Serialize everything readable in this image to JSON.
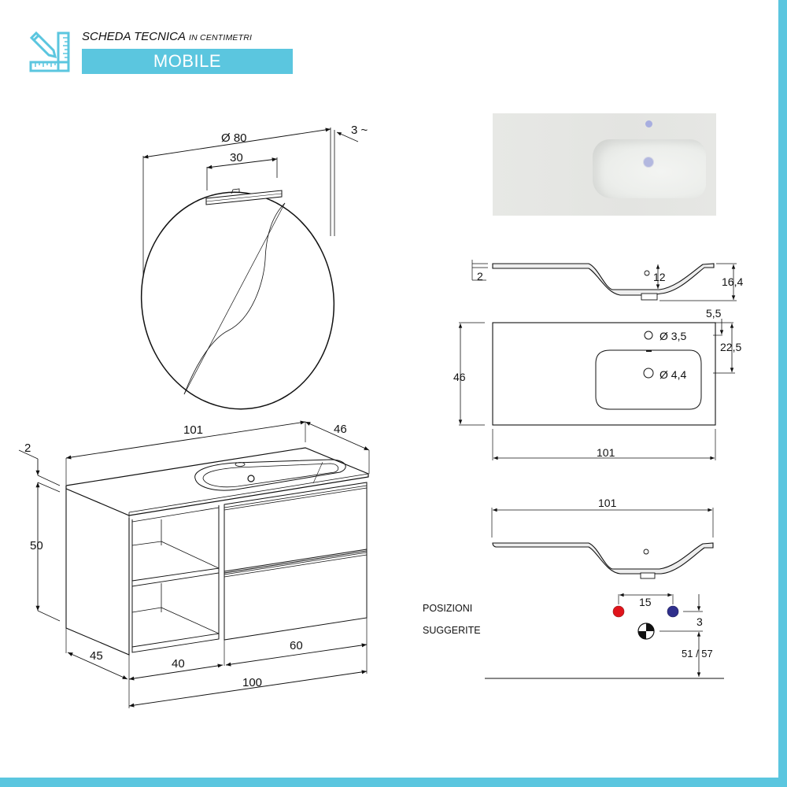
{
  "header": {
    "title": "SCHEDA TECNICA",
    "unit_note": "IN CENTIMETRI",
    "band_label": "MOBILE",
    "icon": "ruler-pencil-icon",
    "accent_color": "#5bc6df"
  },
  "mirror": {
    "diameter_label": "Ø 80",
    "lamp_width_label": "30",
    "depth_label": "3 ~"
  },
  "cabinet": {
    "top_width_label": "101",
    "top_depth_label": "46",
    "top_thickness_label": "2",
    "height_label": "50",
    "side_depth_label": "45",
    "open_section_width_label": "40",
    "drawer_section_width_label": "60",
    "base_width_label": "100"
  },
  "basin_section": {
    "thickness_label": "2",
    "bowl_depth_label": "12",
    "total_height_label": "16,4"
  },
  "basin_plan": {
    "depth_label": "46",
    "width_label": "101",
    "tap_hole_label": "Ø 3,5",
    "drain_label": "Ø 4,4",
    "tap_offset_label": "5,5",
    "drain_offset_label": "22,5"
  },
  "basin_front": {
    "width_label": "101"
  },
  "suggested_positions": {
    "label_line1": "POSIZIONI",
    "label_line2": "SUGGERITE",
    "spacing_label": "15",
    "offset_label": "3",
    "height_label": "51 / 57",
    "hot_color": "#e0141b",
    "cold_color": "#2f2f8c"
  }
}
